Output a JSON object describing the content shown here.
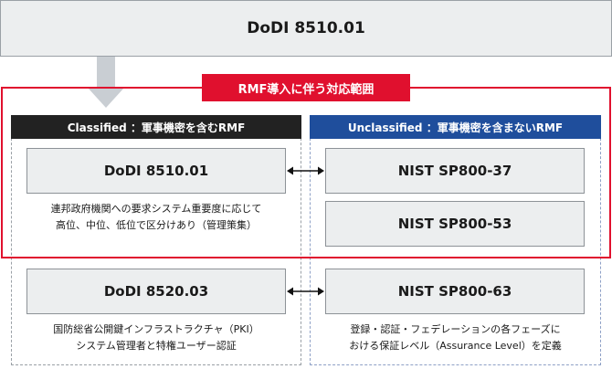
{
  "top": {
    "title": "DoDI 8510.01"
  },
  "rmf_scope_label": "RMF導入に伴う対応範囲",
  "left_group": {
    "header": "Classified ：軍事機密を含むRMF",
    "box1": {
      "title": "DoDI 8510.01",
      "desc_line1": "連邦政府機関への要求システム重要度に応じて",
      "desc_line2": "高位、中位、低位で区分けあり（管理策集）"
    },
    "box2": {
      "title": "DoDI 8520.03",
      "desc_line1": "国防総省公開鍵インフラストラクチャ（PKI）",
      "desc_line2": "システム管理者と特権ユーザー認証"
    }
  },
  "right_group": {
    "header": "Unclassified ：軍事機密を含まないRMF",
    "box1": {
      "title": "NIST SP800-37"
    },
    "box2": {
      "title": "NIST SP800-53"
    },
    "box3": {
      "title": "NIST SP800-63",
      "desc_line1": "登録・認証・フェデレーションの各フェーズに",
      "desc_line2": "おける保証レベル（Assurance Level）を定義"
    }
  },
  "colors": {
    "scope_red": "#e0102e",
    "classified_header": "#222222",
    "unclassified_header": "#1f4e9c",
    "box_fill": "#eceeef"
  }
}
